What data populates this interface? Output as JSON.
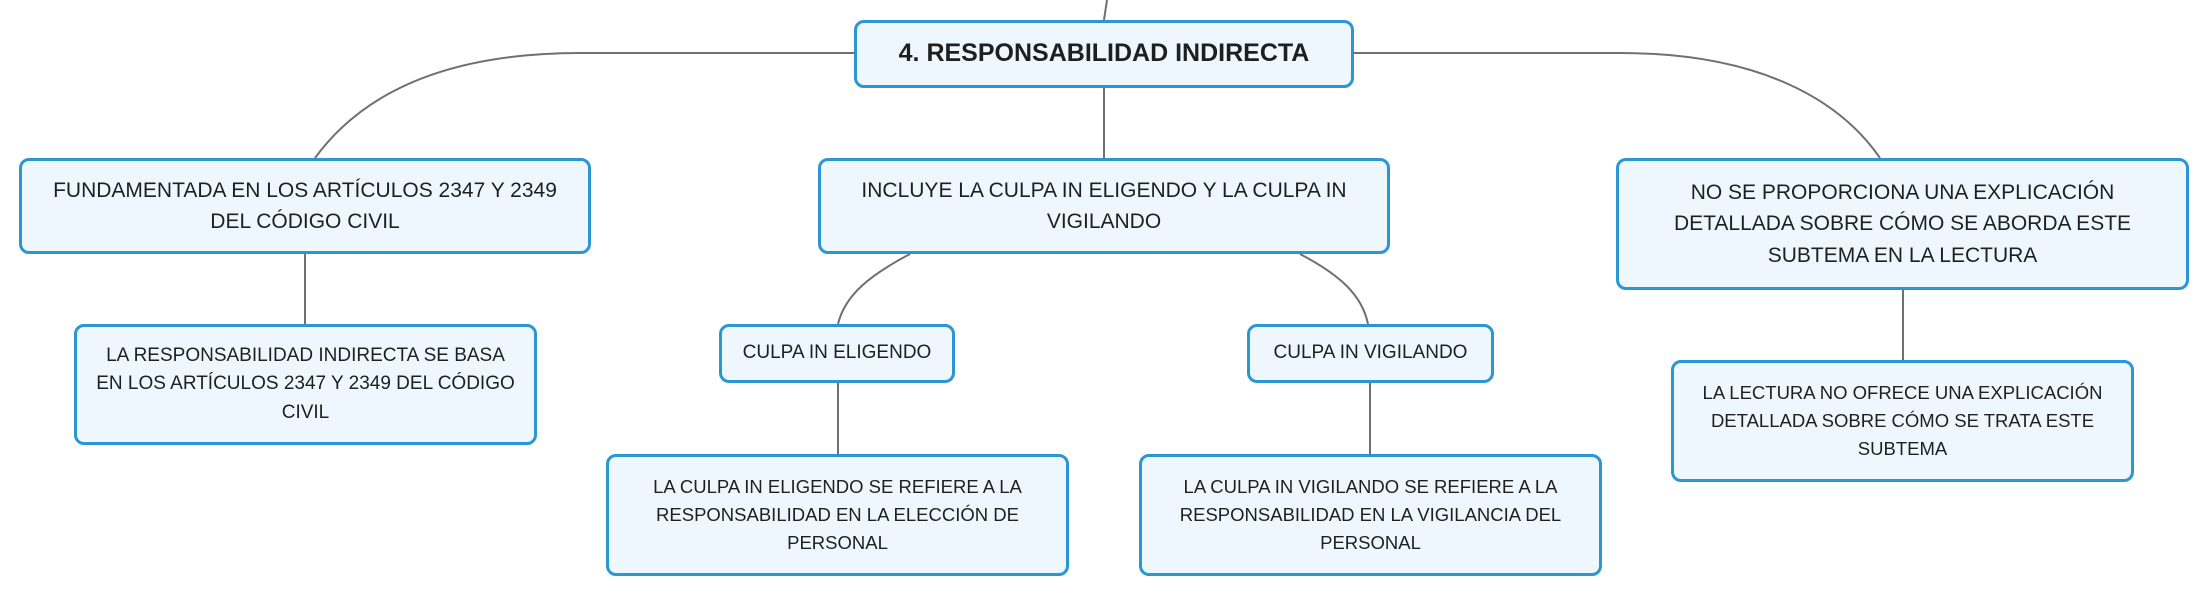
{
  "root": {
    "label": "4. RESPONSABILIDAD INDIRECTA"
  },
  "branches": [
    {
      "label": "FUNDAMENTADA EN LOS ARTÍCULOS 2347 Y 2349 DEL CÓDIGO CIVIL",
      "detail": "LA RESPONSABILIDAD INDIRECTA SE BASA EN LOS ARTÍCULOS 2347 Y 2349 DEL CÓDIGO CIVIL"
    },
    {
      "label": "INCLUYE LA CULPA IN ELIGENDO Y LA CULPA IN VIGILANDO",
      "children": [
        {
          "label": "CULPA IN ELIGENDO",
          "detail": "LA CULPA IN ELIGENDO SE REFIERE A LA RESPONSABILIDAD EN LA ELECCIÓN DE PERSONAL"
        },
        {
          "label": "CULPA IN VIGILANDO",
          "detail": "LA CULPA IN VIGILANDO SE REFIERE A LA RESPONSABILIDAD EN LA VIGILANCIA DEL PERSONAL"
        }
      ]
    },
    {
      "label": "NO SE PROPORCIONA UNA EXPLICACIÓN DETALLADA SOBRE CÓMO SE ABORDA ESTE SUBTEMA EN LA LECTURA",
      "detail": "LA LECTURA NO OFRECE UNA EXPLICACIÓN DETALLADA SOBRE CÓMO SE TRATA ESTE SUBTEMA"
    }
  ],
  "colors": {
    "node_fill": "#eef7fd",
    "node_border": "#2b96d3",
    "connector": "#707070",
    "text": "#1f1f1f"
  }
}
